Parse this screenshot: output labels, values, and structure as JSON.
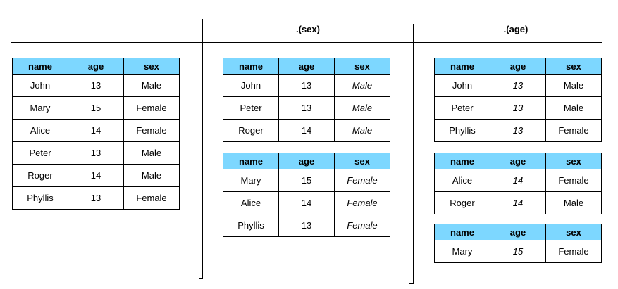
{
  "headers": {
    "col2": ".(sex)",
    "col3": ".(age)"
  },
  "columns": [
    "name",
    "age",
    "sex"
  ],
  "colors": {
    "header_fill": "#7dd7ff"
  },
  "tables": [
    {
      "id": "all",
      "italic_col": null,
      "rows": [
        [
          "John",
          "13",
          "Male"
        ],
        [
          "Mary",
          "15",
          "Female"
        ],
        [
          "Alice",
          "14",
          "Female"
        ],
        [
          "Peter",
          "13",
          "Male"
        ],
        [
          "Roger",
          "14",
          "Male"
        ],
        [
          "Phyllis",
          "13",
          "Female"
        ]
      ]
    },
    {
      "id": "sex-male",
      "italic_col": 2,
      "rows": [
        [
          "John",
          "13",
          "Male"
        ],
        [
          "Peter",
          "13",
          "Male"
        ],
        [
          "Roger",
          "14",
          "Male"
        ]
      ]
    },
    {
      "id": "sex-female",
      "italic_col": 2,
      "rows": [
        [
          "Mary",
          "15",
          "Female"
        ],
        [
          "Alice",
          "14",
          "Female"
        ],
        [
          "Phyllis",
          "13",
          "Female"
        ]
      ]
    },
    {
      "id": "age-13",
      "italic_col": 1,
      "rows": [
        [
          "John",
          "13",
          "Male"
        ],
        [
          "Peter",
          "13",
          "Male"
        ],
        [
          "Phyllis",
          "13",
          "Female"
        ]
      ]
    },
    {
      "id": "age-14",
      "italic_col": 1,
      "rows": [
        [
          "Alice",
          "14",
          "Female"
        ],
        [
          "Roger",
          "14",
          "Male"
        ]
      ]
    },
    {
      "id": "age-15",
      "italic_col": 1,
      "rows": [
        [
          "Mary",
          "15",
          "Female"
        ]
      ]
    }
  ]
}
